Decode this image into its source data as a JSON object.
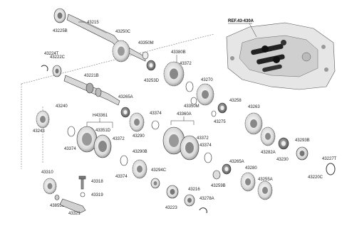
{
  "diagram": {
    "ref_label": "REF.43-430A",
    "parts": {
      "p43215": "43215",
      "p43225B": "43225B",
      "p43250C": "43250C",
      "p43350M_top": "43350M",
      "p43380B": "43380B",
      "p43372_top": "43372",
      "p43253D": "43253D",
      "p43224T": "43224T",
      "p43222C": "43222C",
      "p43221B": "43221B",
      "p43270": "43270",
      "p43265A_top": "43265A",
      "p43350M_mid": "43350M",
      "p43258": "43258",
      "p43263": "43263",
      "p43240": "43240",
      "pH43361": "H43361",
      "p43374_a": "43374",
      "p43360A": "43360A",
      "p43275": "43275",
      "p43243": "43243",
      "p43351D": "43351D",
      "p43290": "43290",
      "p43372_mid": "43372",
      "p43372_left": "43372",
      "p43374_b": "43374",
      "p43293B": "43293B",
      "p43374_c": "43374",
      "p43282A": "43282A",
      "p43230": "43230",
      "p43227T": "43227T",
      "p43290B": "43290B",
      "p43265A_low": "43265A",
      "p43280": "43280",
      "p43374_d": "43374",
      "p43294C": "43294C",
      "p43259B": "43259B",
      "p43255A": "43255A",
      "p43220C": "43220C",
      "p43310": "43310",
      "p43318": "43318",
      "p43319": "43319",
      "p43216": "43216",
      "p43855C": "43855C",
      "p43223": "43223",
      "p43278A": "43278A",
      "p43321": "43321"
    }
  }
}
